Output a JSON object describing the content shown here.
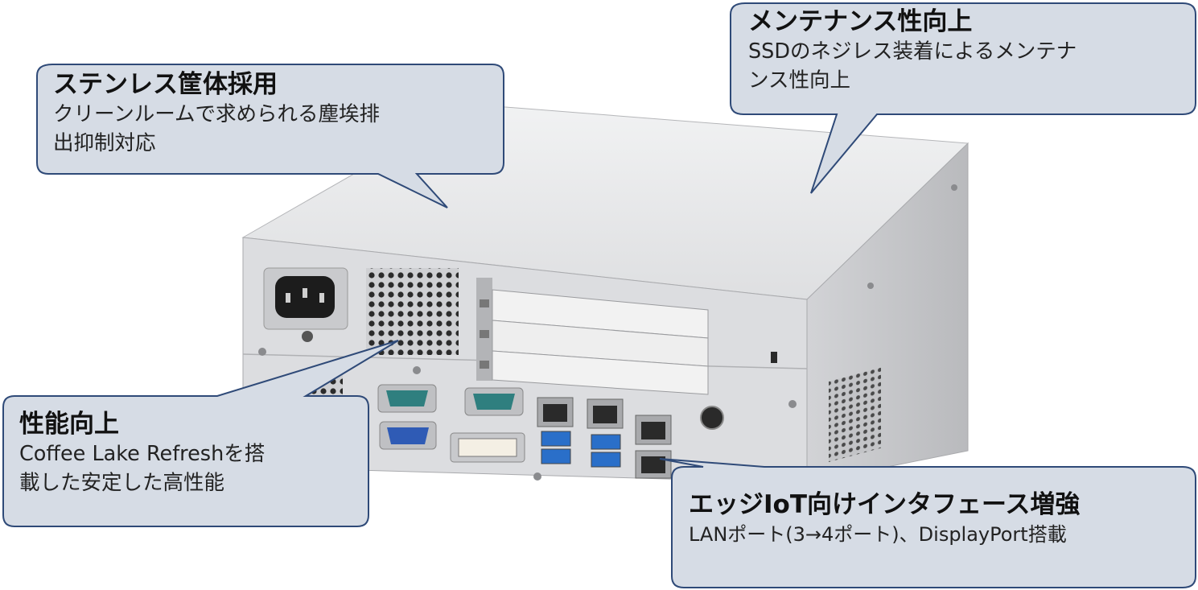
{
  "callouts": {
    "stainless": {
      "title": "ステンレス筐体採用",
      "body_line1": "クリーンルームで求められる塵埃排",
      "body_line2": "出抑制対応"
    },
    "maintenance": {
      "title": "メンテナンス性向上",
      "body_line1": "SSDのネジレス装着によるメンテナ",
      "body_line2": "ンス性向上"
    },
    "performance": {
      "title": "性能向上",
      "body_line1": "Coffee Lake Refreshを搭",
      "body_line2": "載した安定した高性能"
    },
    "iot": {
      "title": "エッジIoT向けインタフェース増強",
      "body_line1": "LANポート(3→4ポート)、DisplayPort搭載"
    }
  },
  "colors": {
    "callout_fill": "#d6dce5",
    "callout_stroke": "#2f4a78",
    "chassis_top": "#e9eaec",
    "chassis_front": "#dcdde0",
    "chassis_side": "#c9cacd",
    "usb_blue": "#2a6fc9",
    "vga_blue": "#2f5bb5",
    "serial_teal": "#2f7f7f"
  },
  "icons": {
    "power_inlet": "iec-power-inlet-icon",
    "rj45": "ethernet-port-icon",
    "usb": "usb3-port-icon",
    "serial": "db9-serial-port-icon",
    "vga": "vga-port-icon",
    "dvi": "dvi-port-icon",
    "power_button": "power-button-icon"
  }
}
